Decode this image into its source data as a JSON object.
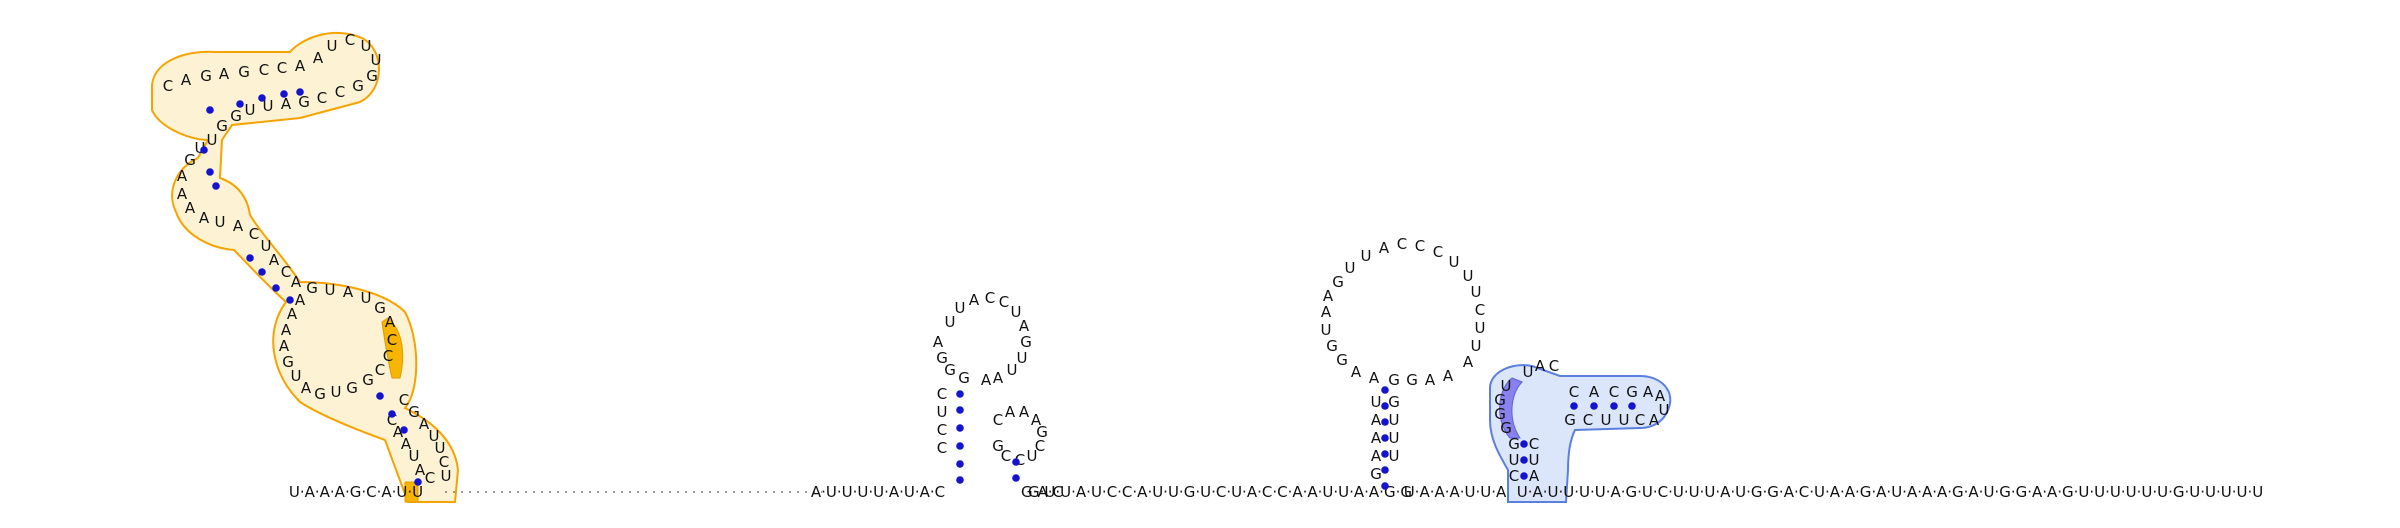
{
  "structure": {
    "left_domain": [
      "C",
      "A",
      "G",
      "A",
      "G",
      "C",
      "C",
      "A",
      "A",
      "U",
      "C",
      "U",
      "U",
      "G",
      "G",
      "C",
      "C",
      "G",
      "A",
      "U",
      "U",
      "G",
      "G",
      "U",
      "U",
      "G",
      "A",
      "A",
      "A",
      "A",
      "U",
      "A",
      "C",
      "U",
      "A",
      "C",
      "A",
      "G",
      "U",
      "A",
      "U",
      "G",
      "A",
      "C",
      "C",
      "C",
      "G",
      "G",
      "U",
      "G",
      "A",
      "U",
      "G",
      "A",
      "A",
      "A",
      "A",
      "C",
      "G",
      "A",
      "U",
      "U",
      "C",
      "U",
      "C",
      "A",
      "U",
      "A",
      "A",
      "C",
      "U",
      "U"
    ],
    "hairpin_1": [
      "U",
      "U",
      "A",
      "C",
      "C",
      "U",
      "A",
      "G",
      "U",
      "U",
      "A",
      "A",
      "G",
      "G",
      "G",
      "A",
      "C",
      "U",
      "C",
      "C"
    ],
    "hairpin_2": [
      "C",
      "A",
      "A",
      "A",
      "G",
      "C",
      "U",
      "C",
      "C",
      "G"
    ],
    "hairpin_3": [
      "G",
      "U",
      "U",
      "A",
      "C",
      "C",
      "C",
      "U",
      "U",
      "U",
      "C",
      "U",
      "U",
      "A",
      "A",
      "A",
      "G",
      "G",
      "A",
      "A",
      "G",
      "G",
      "U",
      "A",
      "A",
      "U",
      "A",
      "A",
      "A",
      "G",
      "G",
      "U",
      "U",
      "U"
    ],
    "right_domain": [
      "U",
      "A",
      "C",
      "C",
      "A",
      "C",
      "G",
      "A",
      "A",
      "U",
      "A",
      "C",
      "U",
      "U",
      "C",
      "G",
      "U",
      "G",
      "G",
      "G",
      "G",
      "U",
      "C",
      "C",
      "U",
      "A"
    ],
    "backbone_start": "U·A·A·A·G·C·A·U·U",
    "backbone_mid": "A·U·U·U·U·A·U·A·C",
    "backbone_mid2": "G·A·C",
    "backbone_mid3": "G·U·U·A·U·C·C·A·U·U·G·U·C·U·A·C·C·A·A·U·U·A·A·G·G",
    "backbone_mid4": "U·A·A·A·U·U·A",
    "backbone_end": "U·A·U·U·U·U·A·G·U·C·U·U·U·A·U·G·G·A·C·U·A·A·G·A·U·A·A·A·G·A·U·G·G·A·A·G·U·U·U·U·U·U·G·U·U·U·U·U"
  },
  "colors": {
    "highlight_orange": "#f5a300",
    "highlight_blue": "#5b7fe0",
    "pair_dot": "#1414d0"
  }
}
